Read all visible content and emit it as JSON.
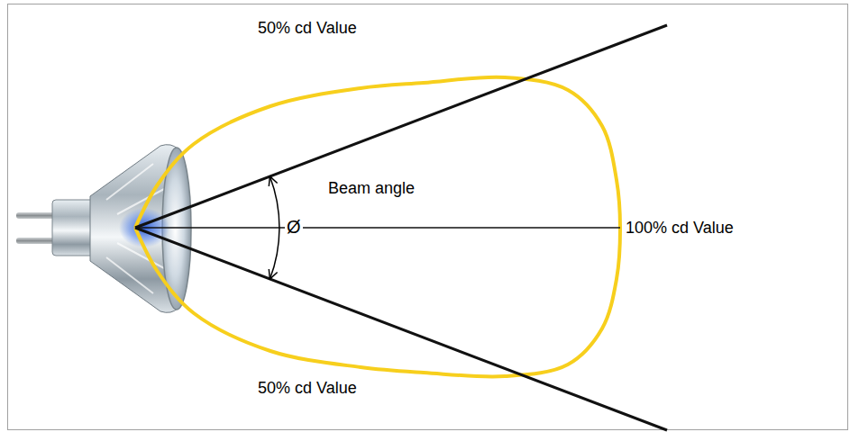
{
  "diagram": {
    "labels": [
      "50% cd Value",
      "Beam angle",
      "Ø",
      "100% cd Value",
      "50% cd Value"
    ]
  }
}
